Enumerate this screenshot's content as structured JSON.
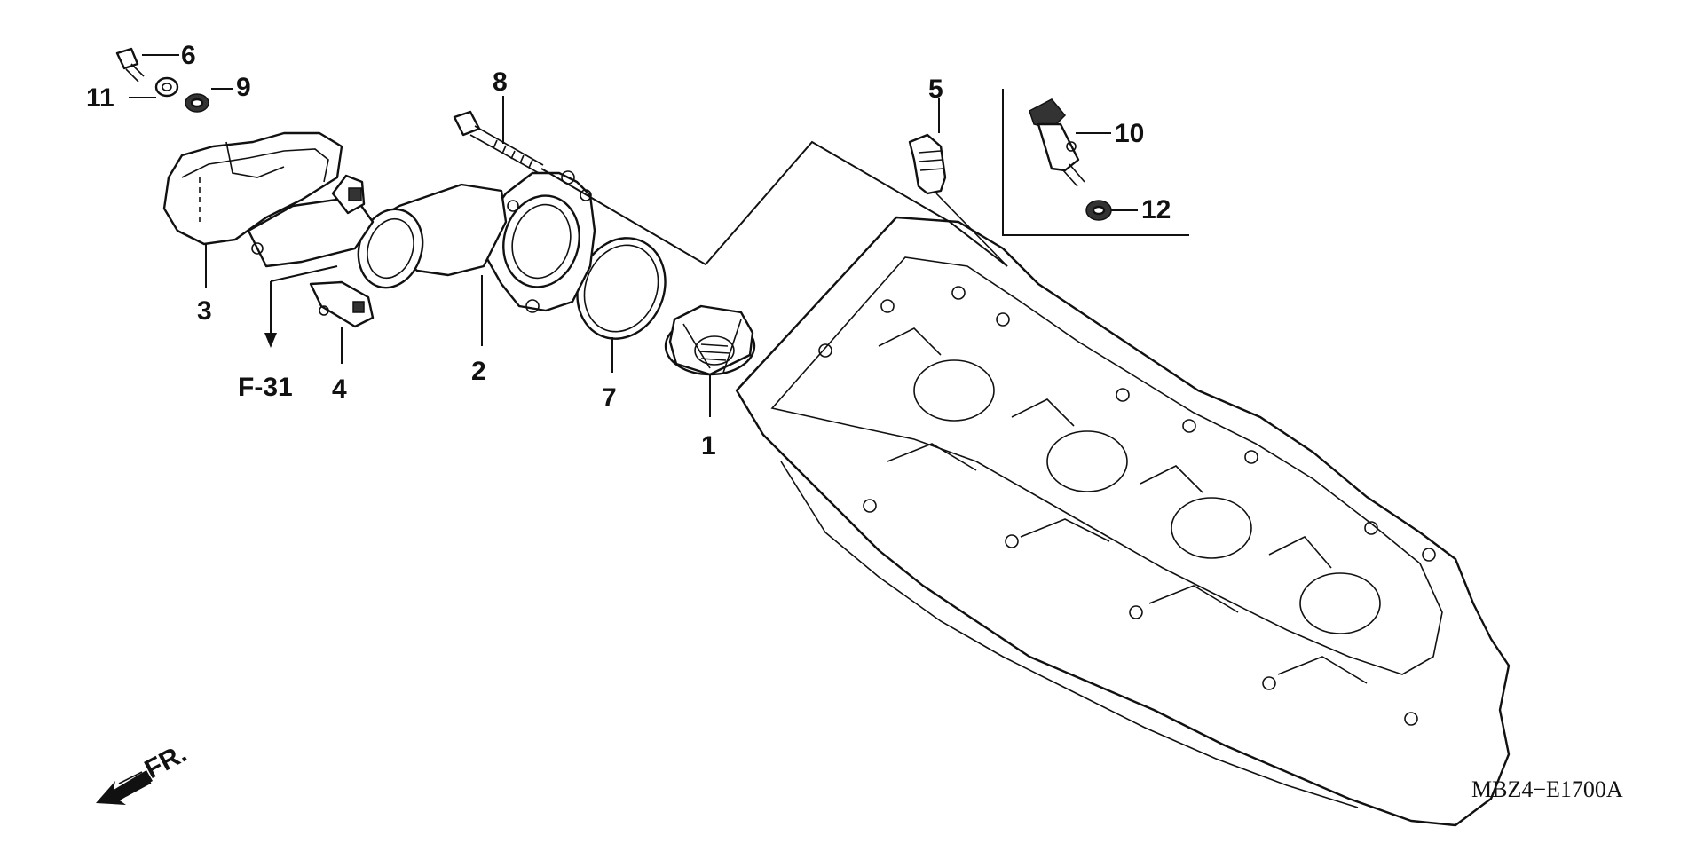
{
  "diagram": {
    "callouts": [
      {
        "id": "1",
        "text": "1"
      },
      {
        "id": "2",
        "text": "2"
      },
      {
        "id": "3",
        "text": "3"
      },
      {
        "id": "4",
        "text": "4"
      },
      {
        "id": "5",
        "text": "5"
      },
      {
        "id": "6",
        "text": "6"
      },
      {
        "id": "7",
        "text": "7"
      },
      {
        "id": "8",
        "text": "8"
      },
      {
        "id": "9",
        "text": "9"
      },
      {
        "id": "10",
        "text": "10"
      },
      {
        "id": "11",
        "text": "11"
      },
      {
        "id": "12",
        "text": "12"
      }
    ],
    "reference": "F-31",
    "front_marker": "FR.",
    "drawing_code": "MBZ4−E1700A"
  }
}
